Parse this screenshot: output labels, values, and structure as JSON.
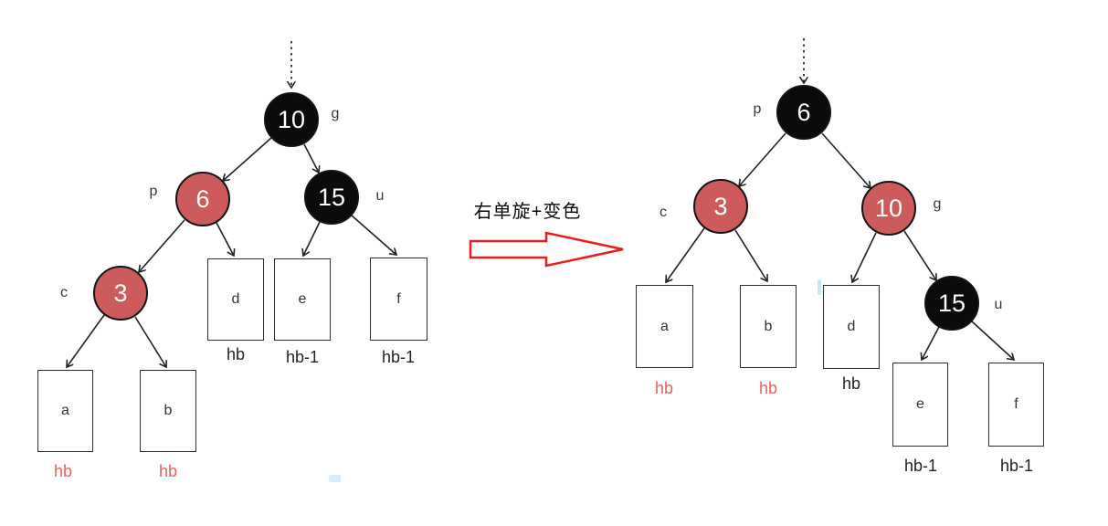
{
  "annotation": {
    "label": "右单旋+变色"
  },
  "colors": {
    "node_red": "#cd5b5b",
    "node_black": "#0b0b0b",
    "caption_red": "#e86060",
    "transform_arrow_red": "#ee1b1b",
    "edge": "#222222"
  },
  "left_tree": {
    "node_g": {
      "value": "10",
      "tag": "g"
    },
    "node_p": {
      "value": "6",
      "tag": "p"
    },
    "node_u": {
      "value": "15",
      "tag": "u"
    },
    "node_c": {
      "value": "3",
      "tag": "c"
    },
    "box_a": {
      "letter": "a",
      "caption": "hb"
    },
    "box_b": {
      "letter": "b",
      "caption": "hb"
    },
    "box_d": {
      "letter": "d",
      "caption": "hb"
    },
    "box_e": {
      "letter": "e",
      "caption": "hb-1"
    },
    "box_f": {
      "letter": "f",
      "caption": "hb-1"
    }
  },
  "right_tree": {
    "node_p": {
      "value": "6",
      "tag": "p"
    },
    "node_c": {
      "value": "3",
      "tag": "c"
    },
    "node_g": {
      "value": "10",
      "tag": "g"
    },
    "node_u": {
      "value": "15",
      "tag": "u"
    },
    "box_a": {
      "letter": "a",
      "caption": "hb"
    },
    "box_b": {
      "letter": "b",
      "caption": "hb"
    },
    "box_d": {
      "letter": "d",
      "caption": "hb"
    },
    "box_e": {
      "letter": "e",
      "caption": "hb-1"
    },
    "box_f": {
      "letter": "f",
      "caption": "hb-1"
    }
  }
}
